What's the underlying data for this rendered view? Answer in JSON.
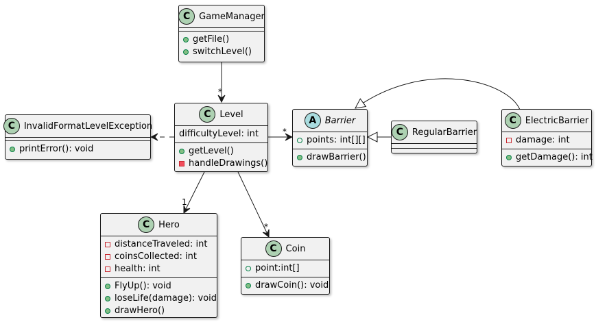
{
  "classes": {
    "game_manager": {
      "badge": "C",
      "badge_color": "#add1b2",
      "name": "GameManager",
      "methods": [
        {
          "vis": "public",
          "text": "getFile()"
        },
        {
          "vis": "public",
          "text": "switchLevel()"
        }
      ]
    },
    "level": {
      "badge": "C",
      "badge_color": "#add1b2",
      "name": "Level",
      "attributes": [
        {
          "vis": "none",
          "text": "difficultyLevel: int"
        }
      ],
      "methods": [
        {
          "vis": "public",
          "text": "getLevel()"
        },
        {
          "vis": "private",
          "text": "handleDrawings()"
        }
      ]
    },
    "invalid_format": {
      "badge": "C",
      "badge_color": "#add1b2",
      "name": "InvalidFormatLevelException",
      "methods": [
        {
          "vis": "public",
          "text": "printError(): void"
        }
      ]
    },
    "barrier": {
      "badge": "A",
      "badge_color": "#a9dcdf",
      "name": "Barrier",
      "abstract": true,
      "attributes": [
        {
          "vis": "public-open",
          "text": "points: int[][]"
        }
      ],
      "methods": [
        {
          "vis": "public",
          "text": "drawBarrier()"
        }
      ]
    },
    "regular_barrier": {
      "badge": "C",
      "badge_color": "#add1b2",
      "name": "RegularBarrier"
    },
    "electric_barrier": {
      "badge": "C",
      "badge_color": "#add1b2",
      "name": "ElectricBarrier",
      "attributes": [
        {
          "vis": "private-open",
          "text": "damage: int"
        }
      ],
      "methods": [
        {
          "vis": "public",
          "text": "getDamage(): int"
        }
      ]
    },
    "hero": {
      "badge": "C",
      "badge_color": "#add1b2",
      "name": "Hero",
      "attributes": [
        {
          "vis": "private-open",
          "text": "distanceTraveled: int"
        },
        {
          "vis": "private-open",
          "text": "coinsCollected: int"
        },
        {
          "vis": "private-open",
          "text": "health: int"
        }
      ],
      "methods": [
        {
          "vis": "public",
          "text": "FlyUp(): void"
        },
        {
          "vis": "public",
          "text": "loseLife(damage): void"
        },
        {
          "vis": "public",
          "text": "drawHero()"
        }
      ]
    },
    "coin": {
      "badge": "C",
      "badge_color": "#add1b2",
      "name": "Coin",
      "attributes": [
        {
          "vis": "public-open",
          "text": "point:int[]"
        }
      ],
      "methods": [
        {
          "vis": "public",
          "text": "drawCoin(): void"
        }
      ]
    }
  },
  "multiplicities": {
    "gm_level": "*",
    "level_barrier": "*",
    "level_hero": "1",
    "level_coin": "*"
  }
}
